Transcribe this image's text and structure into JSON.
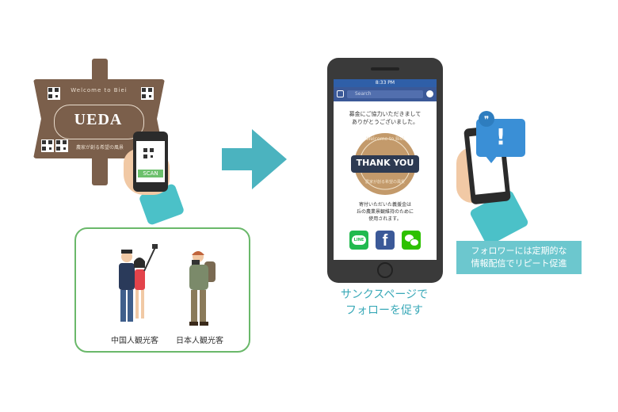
{
  "sign": {
    "welcome": "Welcome to Biei",
    "name": "UEDA",
    "subtitle": "農家が創る希望の風景"
  },
  "scan_label": "SCAN",
  "tourists": {
    "chinese_caption": "中国人観光客",
    "japanese_caption": "日本人観光客"
  },
  "phone_center": {
    "status_time": "8:33 PM",
    "search_placeholder": "Search",
    "thanks_message": "募金にご協力いただきまして\nありがとうございました。",
    "badge_text": "THANK YOU",
    "badge_top": "Welcome to Biei",
    "badge_bottom": "農家が創る希望の風景",
    "donation_note": "寄付いただいた義援金は\n丘の農業景観維持のために\n使用されます。",
    "sns": [
      {
        "name": "LINE",
        "color": "#22ba4f"
      },
      {
        "name": "Facebook",
        "color": "#3b5998"
      },
      {
        "name": "WeChat",
        "color": "#2dc100"
      }
    ]
  },
  "center_caption": "サンクスページで\nフォローを促す",
  "right_caption": "フォロワーには定期的な\n情報配信でリピート促進",
  "colors": {
    "teal": "#4bb3bf",
    "brown": "#7b5f4b",
    "green_border": "#6ab86a",
    "blue_bubble": "#3a8fd6"
  }
}
